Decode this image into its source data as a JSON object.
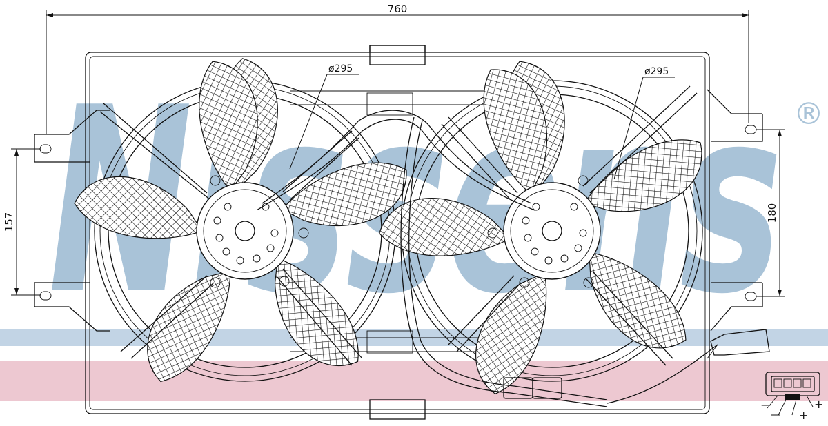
{
  "watermark": {
    "brand": "Nissens",
    "registered": "®"
  },
  "colors": {
    "watermark": "#a9c3d8",
    "band_blue": "#b7cde0",
    "band_pink": "#e7b5c2",
    "line": "#111111"
  },
  "dimensions": {
    "overall_width": "760",
    "fan_left_diameter": "ø295",
    "fan_right_diameter": "ø295",
    "left_mount_spacing": "157",
    "right_mount_spacing": "180"
  },
  "connector": {
    "pins": [
      "—",
      "—",
      "+",
      "+"
    ]
  }
}
